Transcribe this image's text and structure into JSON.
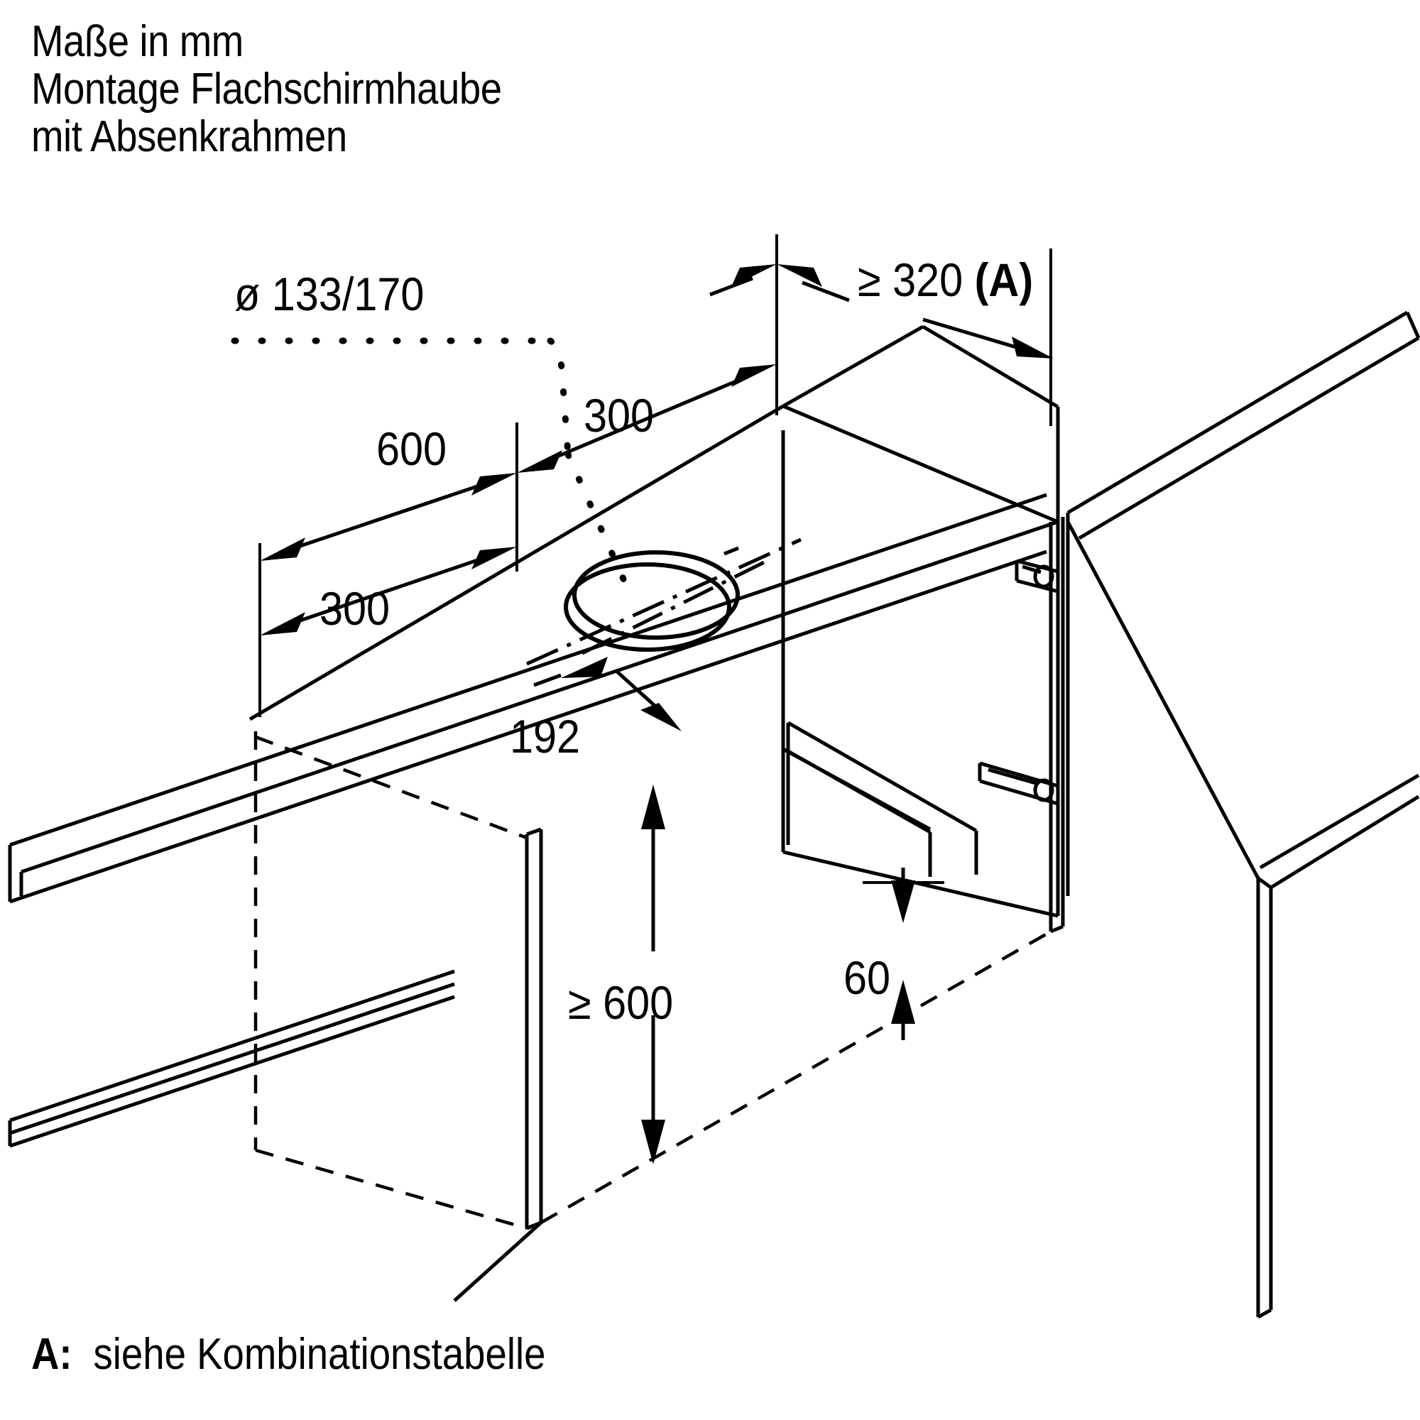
{
  "drawing": {
    "units_note": "Maße in mm",
    "title_line_1": "Montage Flachschirmhaube",
    "title_line_2": "mit Absenkrahmen",
    "footnote_marker": "A:",
    "footnote_text": "siehe Kombinationstabelle",
    "colors": {
      "line": "#000000",
      "background": "#ffffff"
    }
  },
  "dimensions": {
    "duct_diameter": "ø 133/170",
    "width_total": "600",
    "depth_300_top": "300",
    "offset_300_left": "300",
    "min_clearance_side": "≥ 320 (A)",
    "min_clearance_side_value": "≥ 320 ",
    "min_clearance_side_ref": "(A)",
    "cutout_offset": "192",
    "min_height": "≥ 600",
    "min_height_value": "≥ 600",
    "rear_gap": "60"
  },
  "labels": [
    {
      "id": "duct-diameter",
      "text": "ø 133/170"
    },
    {
      "id": "width-600",
      "text": "600"
    },
    {
      "id": "depth-300",
      "text": "300"
    },
    {
      "id": "offset-300",
      "text": "300"
    },
    {
      "id": "clearance-320",
      "text": "≥ 320 (A)"
    },
    {
      "id": "cutout-192",
      "text": "192"
    },
    {
      "id": "height-600",
      "text": "≥ 600"
    },
    {
      "id": "gap-60",
      "text": "60"
    }
  ]
}
